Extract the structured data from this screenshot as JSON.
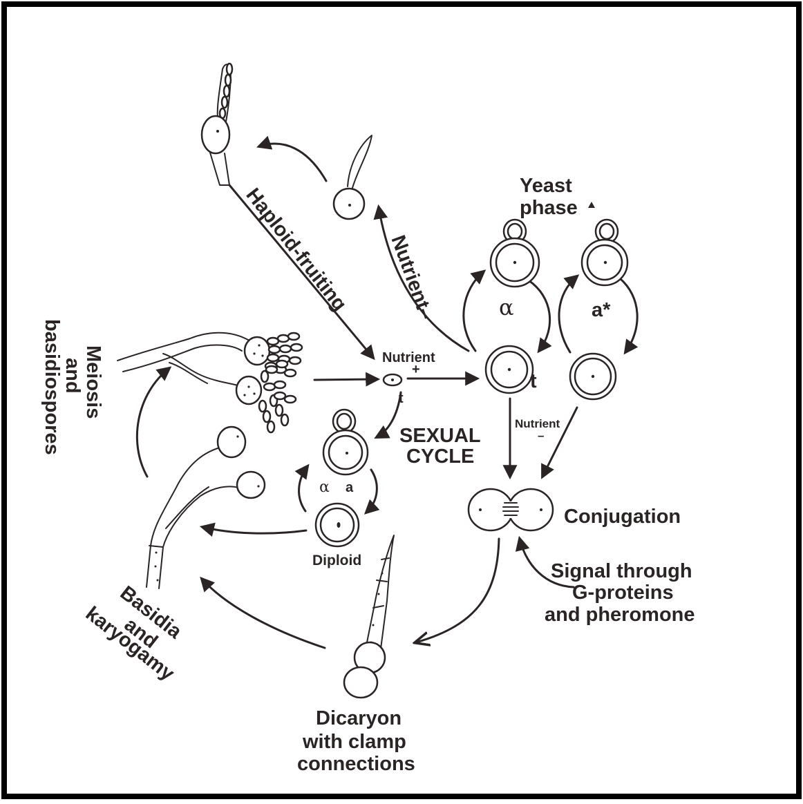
{
  "labels": {
    "yeast_phase_line1": "Yeast",
    "yeast_phase_line2": "phase",
    "haploid_fruiting": "Haploid-fruiting",
    "nutrient_minus_diag": "Nutrient–",
    "meiosis_line1": "Meiosis",
    "meiosis_line2": "and",
    "meiosis_line3": "basidiospores",
    "nutrient_plus": "Nutrient",
    "plus_sign": "+",
    "t_center": "t",
    "t_yeast": "t",
    "sexual_line1": "SEXUAL",
    "sexual_line2": "CYCLE",
    "nutrient_minus_small": "Nutrient",
    "minus_small": "–",
    "alpha_yeast": "α",
    "a_star": "a*",
    "alpha_small": "α",
    "a_small": "a",
    "diploid": "Diploid",
    "conjugation": "Conjugation",
    "signal_line1": "Signal through",
    "signal_line2": "G-proteins",
    "signal_line3": "and pheromone",
    "basidia_line1": "Basidia",
    "basidia_line2": "and",
    "basidia_line3": "karyogamy",
    "dicaryon_line1": "Dicaryon",
    "dicaryon_line2": "with clamp",
    "dicaryon_line3": "connections"
  },
  "colors": {
    "frame": "#000000",
    "ink": "#2a2524",
    "background": "#ffffff"
  }
}
